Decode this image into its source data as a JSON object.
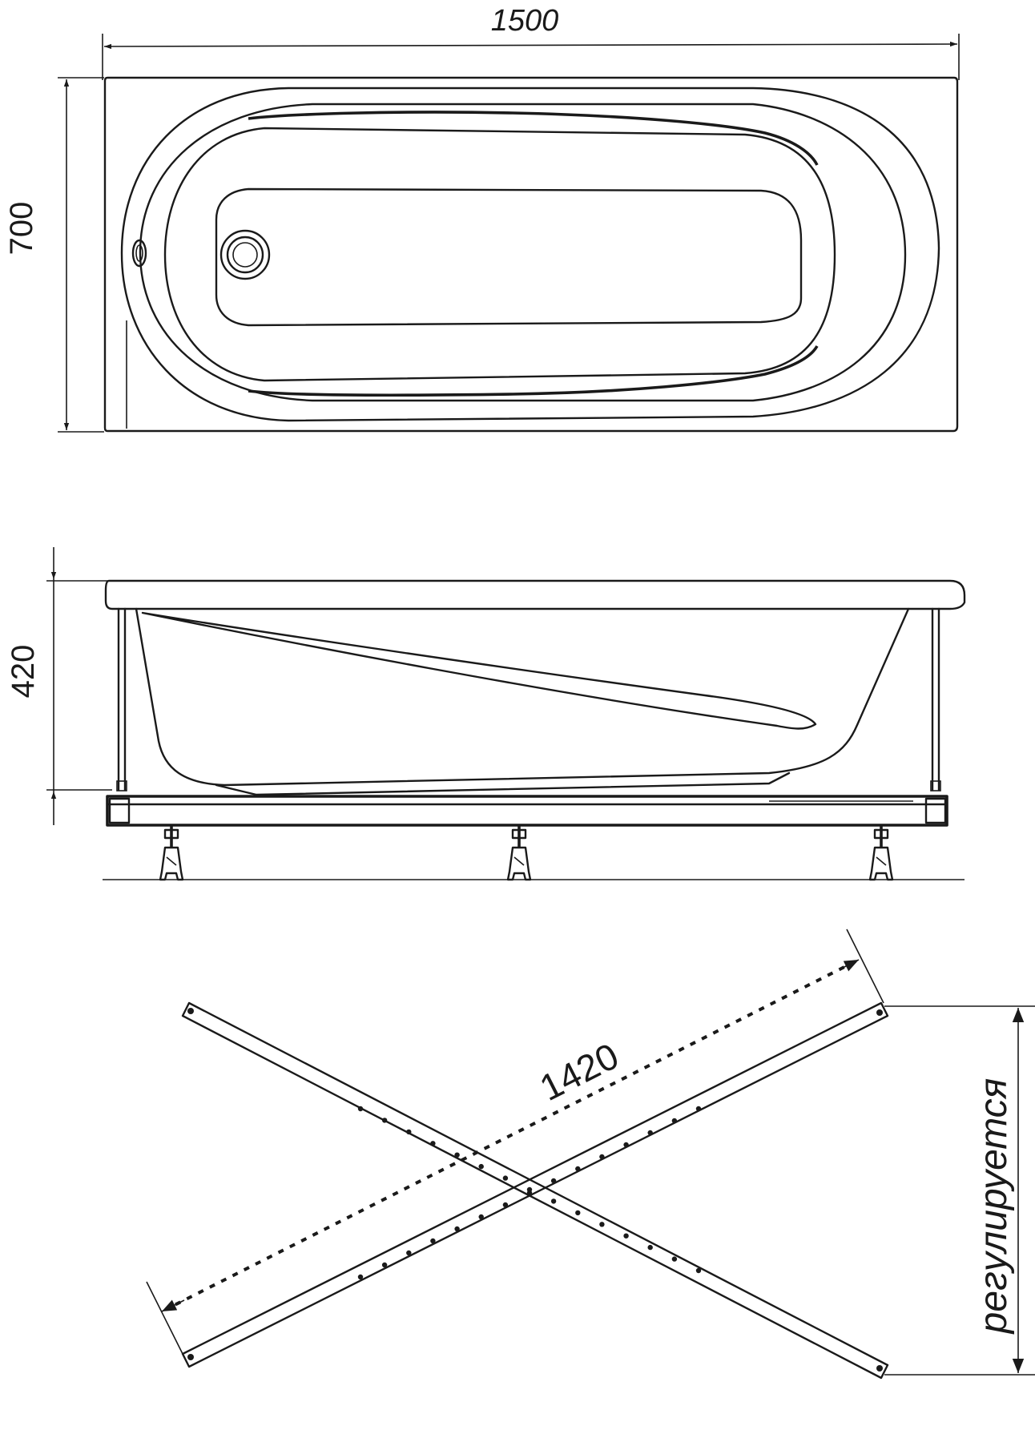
{
  "top_view": {
    "length_label": "1500",
    "width_label": "700"
  },
  "side_view": {
    "height_label": "420"
  },
  "frame_view": {
    "span_label": "1420",
    "adjustable_label": "регулируется"
  },
  "colors": {
    "line": "#1a1a1a",
    "background": "#ffffff"
  }
}
